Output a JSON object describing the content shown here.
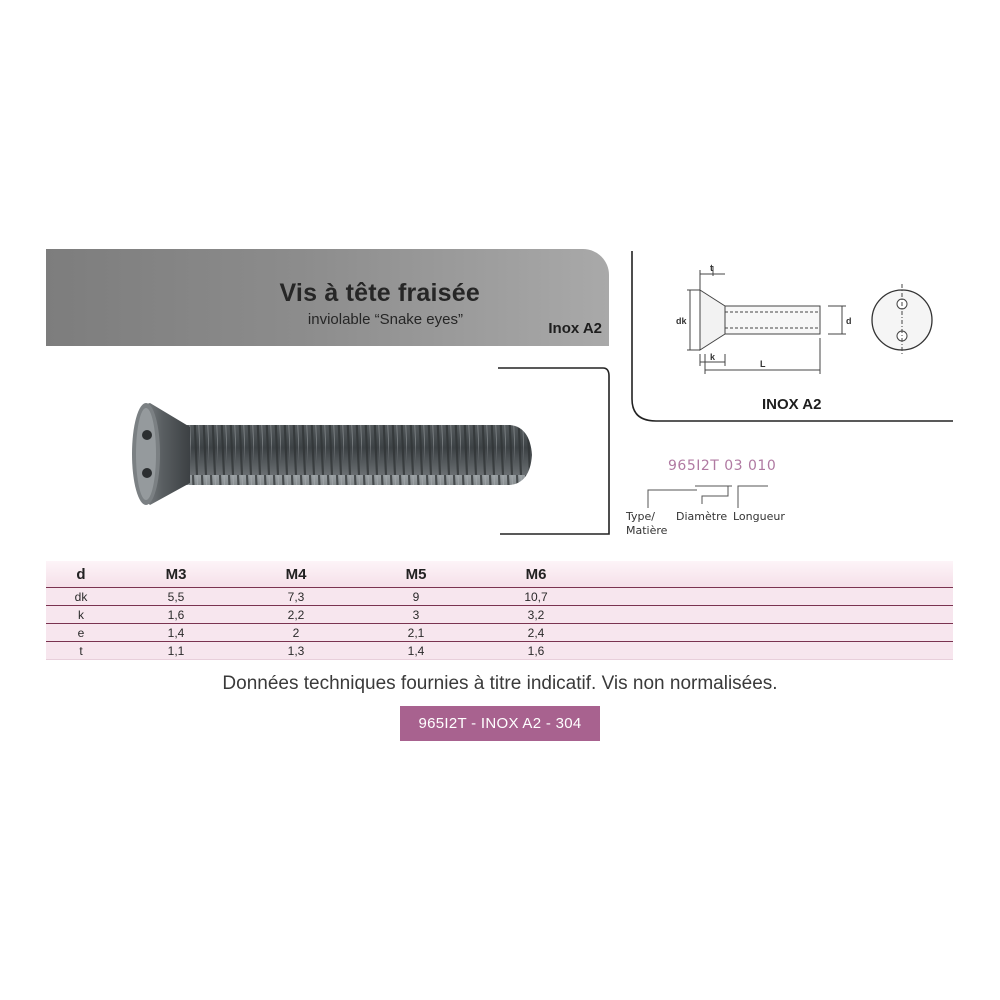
{
  "header": {
    "title": "Vis à tête fraisée",
    "subtitle": "inviolable “Snake eyes”",
    "material": "Inox A2"
  },
  "diagram": {
    "label_t": "t",
    "label_dk": "dk",
    "label_d": "d",
    "label_k": "k",
    "label_L": "L",
    "caption": "INOX A2"
  },
  "reference": {
    "code": "965I2T  03 010",
    "type_label": "Type/",
    "type_label2": "Matière",
    "diameter_label": "Diamètre",
    "length_label": "Longueur"
  },
  "table": {
    "header": [
      "d",
      "M3",
      "M4",
      "M5",
      "M6"
    ],
    "rows": [
      [
        "dk",
        "5,5",
        "7,3",
        "9",
        "10,7"
      ],
      [
        "k",
        "1,6",
        "2,2",
        "3",
        "3,2"
      ],
      [
        "e",
        "1,4",
        "2",
        "2,1",
        "2,4"
      ],
      [
        "t",
        "1,1",
        "1,3",
        "1,4",
        "1,6"
      ]
    ]
  },
  "note": "Données techniques fournies à titre indicatif. Vis non normalisées.",
  "badge": "965I2T - INOX A2 - 304",
  "colors": {
    "accent": "#a8628f",
    "banner": "#8c8c8c",
    "table_bg": "#f7e6ee",
    "rule": "#7a3350"
  }
}
